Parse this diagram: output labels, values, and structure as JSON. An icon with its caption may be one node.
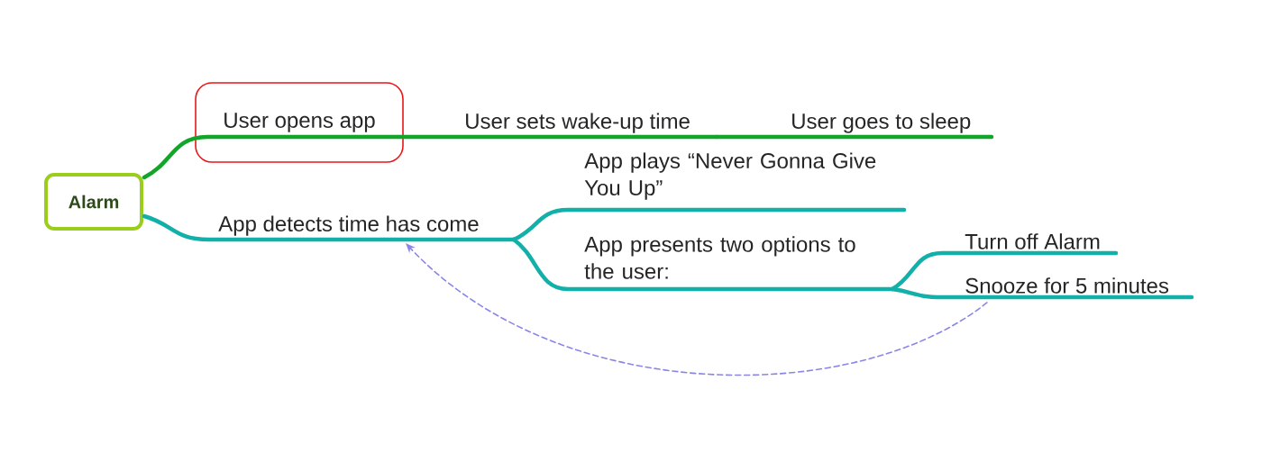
{
  "diagram": {
    "nodes": [
      {
        "text": [
          "Alarm"
        ]
      },
      {
        "text": [
          "User opens app"
        ]
      },
      {
        "text": [
          "User sets wake-up time"
        ]
      },
      {
        "text": [
          "User goes to sleep"
        ]
      },
      {
        "text": [
          "App detects time has come"
        ]
      },
      {
        "text": [
          "App plays “Never Gonna Give You Up”"
        ]
      },
      {
        "text": [
          "App presents two options to the user:"
        ]
      },
      {
        "text": [
          "Turn off Alarm"
        ]
      },
      {
        "text": [
          "Snooze for 5 minutes"
        ]
      }
    ],
    "edges": [
      {
        "from": 0,
        "to": 1,
        "arrow": "none",
        "color": "#12a52a"
      },
      {
        "from": 1,
        "to": 2,
        "arrow": "none",
        "color": "#12a52a"
      },
      {
        "from": 2,
        "to": 3,
        "arrow": "none",
        "color": "#12a52a"
      },
      {
        "from": 0,
        "to": 4,
        "arrow": "none"
      },
      {
        "from": 4,
        "to": 5,
        "arrow": "none"
      },
      {
        "from": 4,
        "to": 6,
        "arrow": "none"
      },
      {
        "from": 6,
        "to": 7,
        "arrow": "none"
      },
      {
        "from": 6,
        "to": 8,
        "arrow": "none"
      },
      {
        "from": 8,
        "to": 4,
        "arrow": "to",
        "style": "dashed",
        "color": "#8a86e8"
      }
    ]
  }
}
